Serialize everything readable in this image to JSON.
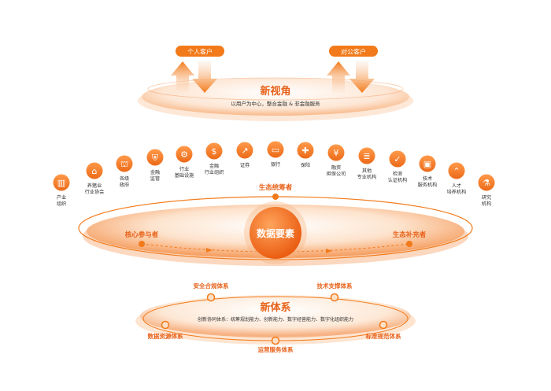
{
  "colors": {
    "accent": "#f27a1a",
    "accent_dark": "#e8621a",
    "accent_light": "#fcd9bd",
    "text": "#333333"
  },
  "top": {
    "pill_left": "个人客户",
    "pill_right": "对公客户",
    "title": "新视角",
    "subtitle": "以用户为中心，整合金融 & 非金融服务"
  },
  "icons": [
    {
      "label1": "产业",
      "label2": "组织",
      "icon": "building-icon"
    },
    {
      "label1": "养猪业",
      "label2": "行业协会",
      "icon": "house-icon"
    },
    {
      "label1": "各级",
      "label2": "政府",
      "icon": "government-icon"
    },
    {
      "label1": "金融",
      "label2": "监管",
      "icon": "shield-icon"
    },
    {
      "label1": "行业",
      "label2": "基础设施",
      "icon": "gear-icon"
    },
    {
      "label1": "金融",
      "label2": "行业组织",
      "icon": "money-bag-icon"
    },
    {
      "label1": "证券",
      "label2": "",
      "icon": "chart-icon"
    },
    {
      "label1": "银行",
      "label2": "",
      "icon": "card-icon"
    },
    {
      "label1": "保险",
      "label2": "",
      "icon": "insurance-icon"
    },
    {
      "label1": "融资",
      "label2": "担保公司",
      "icon": "hand-coin-icon"
    },
    {
      "label1": "其他",
      "label2": "专业机构",
      "icon": "document-icon"
    },
    {
      "label1": "检测",
      "label2": "认证机构",
      "icon": "certificate-icon"
    },
    {
      "label1": "技术",
      "label2": "服务机构",
      "icon": "chip-icon"
    },
    {
      "label1": "人才",
      "label2": "培养机构",
      "icon": "graduation-cap-icon"
    },
    {
      "label1": "研究",
      "label2": "机构",
      "icon": "microscope-icon"
    }
  ],
  "middle": {
    "center": "数据要素",
    "top_label": "生态统筹者",
    "left_label": "核心参与者",
    "right_label": "生态补充者"
  },
  "bottom": {
    "title": "新体系",
    "subtitle": "创新协同体系：统筹规划能力、创新能力、数字经营能力、数字化组织能力",
    "node_top_left": "安全合规体系",
    "node_top_right": "技术支撑体系",
    "node_left": "数据资源体系",
    "node_center": "运营服务体系",
    "node_right": "标准规范体系"
  }
}
